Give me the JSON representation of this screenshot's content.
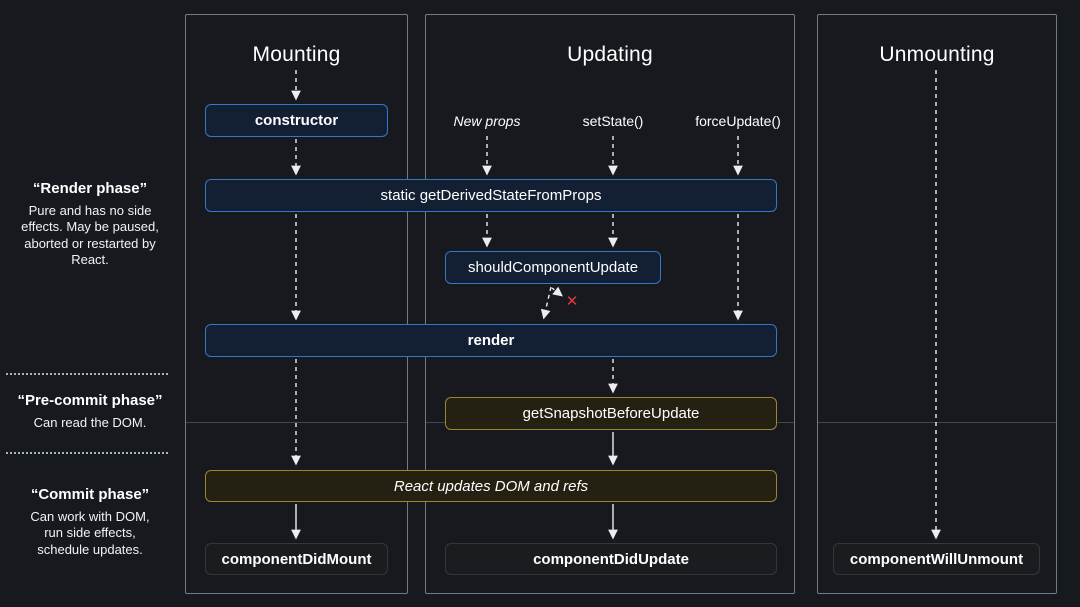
{
  "sidebar": {
    "phases": [
      {
        "title": "“Render phase”",
        "desc": "Pure and has no side effects. May be paused, aborted or restarted by React."
      },
      {
        "title": "“Pre-commit phase”",
        "desc": "Can read the DOM."
      },
      {
        "title": "“Commit phase”",
        "desc": "Can work with DOM, run side effects, schedule updates."
      }
    ]
  },
  "columns": {
    "mounting": "Mounting",
    "updating": "Updating",
    "unmounting": "Unmounting"
  },
  "updating_triggers": [
    "New props",
    "setState()",
    "forceUpdate()"
  ],
  "boxes": {
    "constructor": "constructor",
    "get_derived_state": "static getDerivedStateFromProps",
    "should_component_update": "shouldComponentUpdate",
    "render": "render",
    "get_snapshot": "getSnapshotBeforeUpdate",
    "react_updates_dom": "React updates DOM and refs",
    "component_did_mount": "componentDidMount",
    "component_did_update": "componentDidUpdate",
    "component_will_unmount": "componentWillUnmount"
  },
  "icons": {
    "abort_x": "✕"
  },
  "colors": {
    "accent_blue": "#3178c6",
    "accent_gold": "#9c852f",
    "abort_red": "#e5383b",
    "arrow": "#ededed",
    "background": "#16191d"
  }
}
